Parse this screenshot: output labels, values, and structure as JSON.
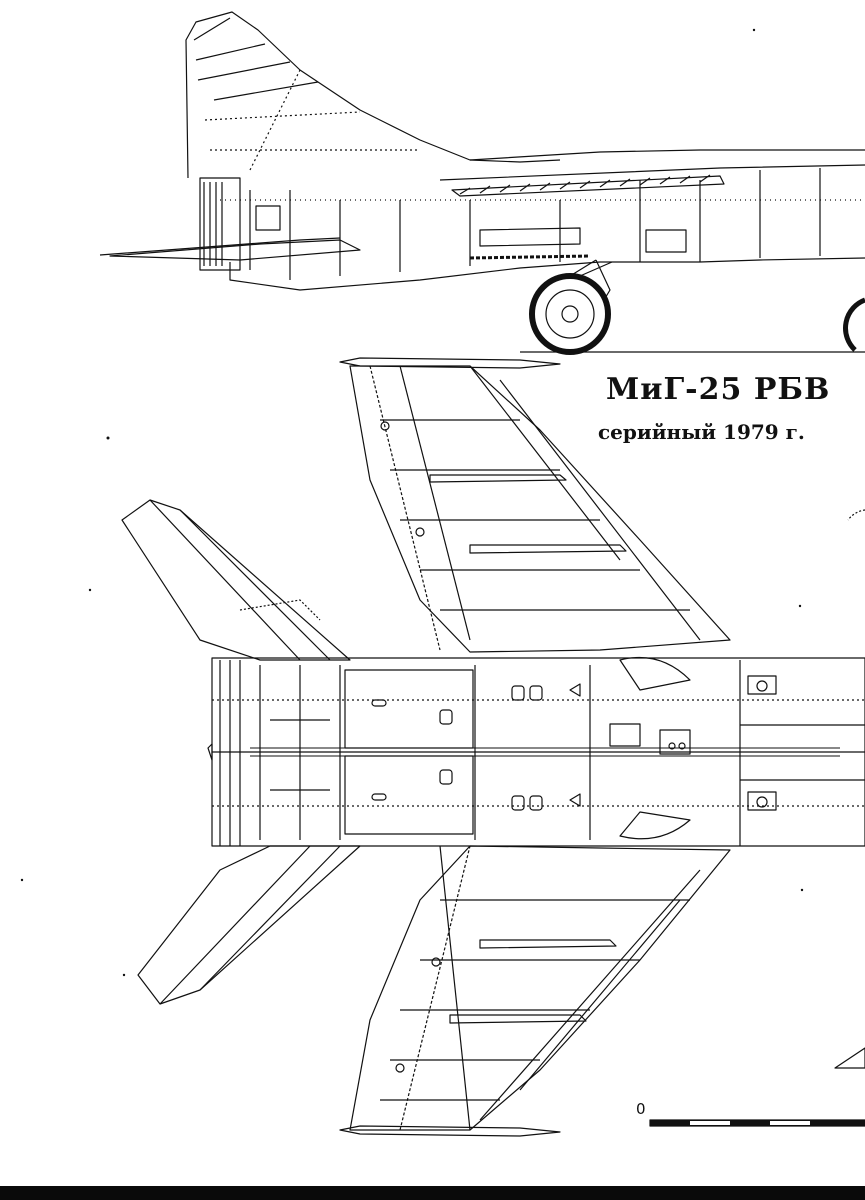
{
  "drawing": {
    "title": "МиГ-25 РБВ",
    "subtitle": "серийный 1979 г."
  },
  "scale_bar": {
    "zero_label": "0"
  },
  "colors": {
    "ink": "#111111",
    "paper": "#ffffff"
  }
}
